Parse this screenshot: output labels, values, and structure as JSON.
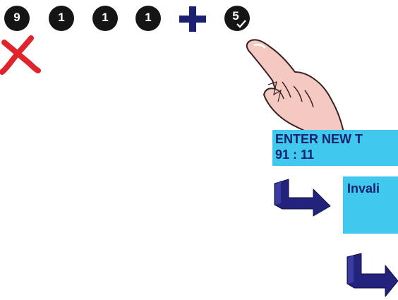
{
  "keys": [
    {
      "label": "9"
    },
    {
      "label": "1"
    },
    {
      "label": "1"
    },
    {
      "label": "1"
    },
    {
      "label": "5"
    }
  ],
  "icons": {
    "plus": "plus-icon",
    "cancel": "x-mark-icon",
    "confirm": "checkmark-icon",
    "pointer": "pointing-hand-icon",
    "arrow": "bent-arrow-right-icon"
  },
  "screen_entry": {
    "line1": "ENTER NEW T",
    "line2": "91 : 11"
  },
  "screen_invalid": {
    "line1": "Invali"
  },
  "colors": {
    "key_bg": "#151515",
    "plus": "#1c2070",
    "cancel": "#e0242c",
    "panel_bg": "#40c8ef",
    "panel_text": "#16236b",
    "arrow": "#23237e",
    "hand": "#f3c9c2"
  }
}
